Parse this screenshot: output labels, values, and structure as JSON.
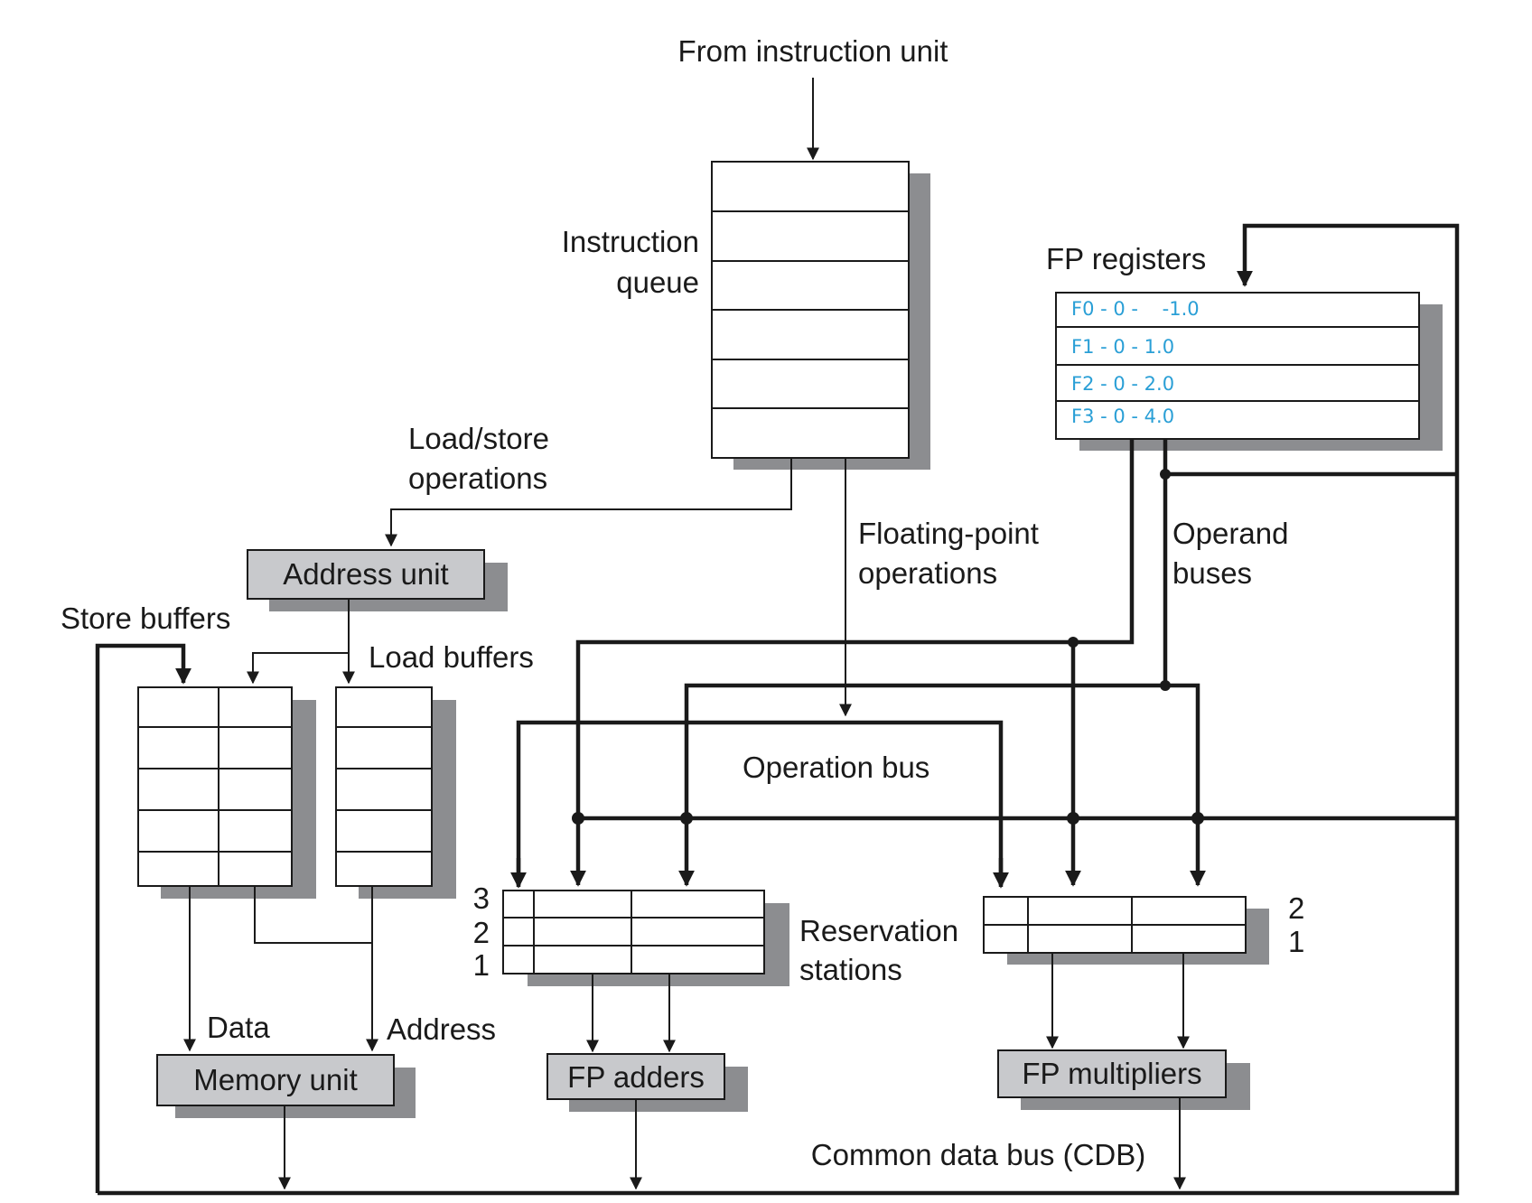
{
  "labels": {
    "from_instruction_unit": "From instruction unit",
    "instruction_queue_line1": "Instruction",
    "instruction_queue_line2": "queue",
    "fp_registers": "FP registers",
    "load_store_line1": "Load/store",
    "load_store_line2": "operations",
    "floating_point_line1": "Floating-point",
    "floating_point_line2": "operations",
    "operand_buses_line1": "Operand",
    "operand_buses_line2": "buses",
    "store_buffers": "Store buffers",
    "load_buffers": "Load buffers",
    "operation_bus": "Operation bus",
    "reservation_stations_line1": "Reservation",
    "reservation_stations_line2": "stations",
    "data": "Data",
    "address": "Address",
    "common_data_bus": "Common data bus (CDB)"
  },
  "units": {
    "address_unit": "Address unit",
    "memory_unit": "Memory unit",
    "fp_adders": "FP adders",
    "fp_multipliers": "FP multipliers"
  },
  "fp_registers": {
    "rows": [
      "F0 - 0 -    -1.0",
      "F1 - 0 - 1.0",
      "F2 - 0 - 2.0",
      "F3 - 0 - 4.0"
    ],
    "text_color": "#2a9fd6"
  },
  "adder_station_numbers": [
    "3",
    "2",
    "1"
  ],
  "multiplier_station_numbers": [
    "2",
    "1"
  ]
}
